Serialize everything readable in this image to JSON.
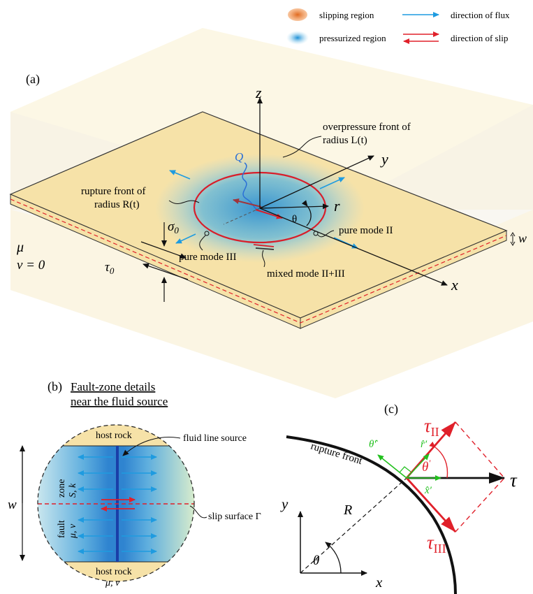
{
  "legend": {
    "slipping": "slipping region",
    "pressurized": "pressurized region",
    "flux": "direction of flux",
    "slip": "direction of slip"
  },
  "panel_a": {
    "label": "(a)",
    "z": "z",
    "y": "y",
    "x": "x",
    "r": "r",
    "theta": "θ",
    "Q": "Q",
    "overpressure_1": "overpressure front of",
    "overpressure_2": "radius L(t)",
    "rupture_1": "rupture front of",
    "rupture_2": "radius R(t)",
    "mode2": "pure mode II",
    "mode3": "pure mode III",
    "mixed": "mixed mode II+III",
    "sigma": "σ",
    "sigma_sub": "0",
    "tau": "τ",
    "tau_sub": "0",
    "mu": "μ",
    "nu": "ν = 0",
    "w": "w"
  },
  "panel_b": {
    "label": "(b)",
    "title_1": "Fault-zone details",
    "title_2": "near the fluid source",
    "host_top": "host rock",
    "host_bottom": "host rock",
    "host_bottom_params": "μ, ν",
    "fault": "fault",
    "zone": "zone",
    "zone_params_1": "μ, ν",
    "zone_params_2": "S, k",
    "line_source": "fluid line source",
    "slip_surface": "slip surface Γ",
    "w": "w"
  },
  "panel_c": {
    "label": "(c)",
    "tau_II": "τ",
    "tau_II_sub": "II",
    "tau_III": "τ",
    "tau_III_sub": "III",
    "tau": "τ",
    "rupture_front": "rupture front",
    "R": "R",
    "theta": "θ",
    "theta_prime": "θ",
    "x": "x",
    "y": "y",
    "theta_hat": "θ̂′",
    "r_hat": "r̂′",
    "x_hat": "x̂′"
  },
  "colors": {
    "slip_red": "#e0202a",
    "flux_blue": "#1e9be0",
    "slab": "#f6e2a8",
    "pressure": "#3aa7d8",
    "green": "#22c01e"
  }
}
